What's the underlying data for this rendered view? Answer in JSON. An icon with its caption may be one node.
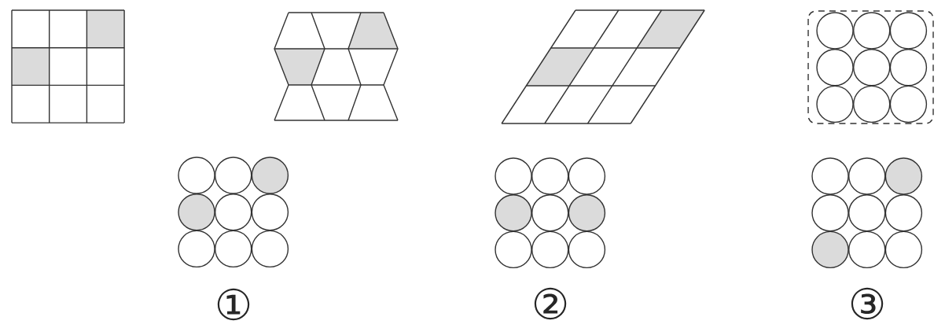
{
  "diagram": {
    "labels": [
      "①",
      "②",
      "③"
    ]
  }
}
